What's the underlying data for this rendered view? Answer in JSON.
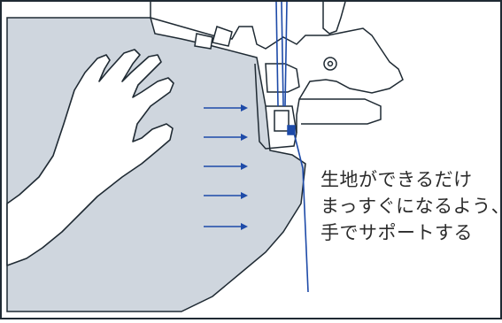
{
  "caption": {
    "lines": [
      "生地ができるだけ",
      "まっすぐになるよう、",
      "手でサポートする"
    ]
  },
  "colors": {
    "fabric": "#cfd6de",
    "outline": "#1f2a33",
    "thread": "#1d4aa8",
    "arrow": "#1d4aa8",
    "background": "#ffffff"
  },
  "arrow_count": 5
}
